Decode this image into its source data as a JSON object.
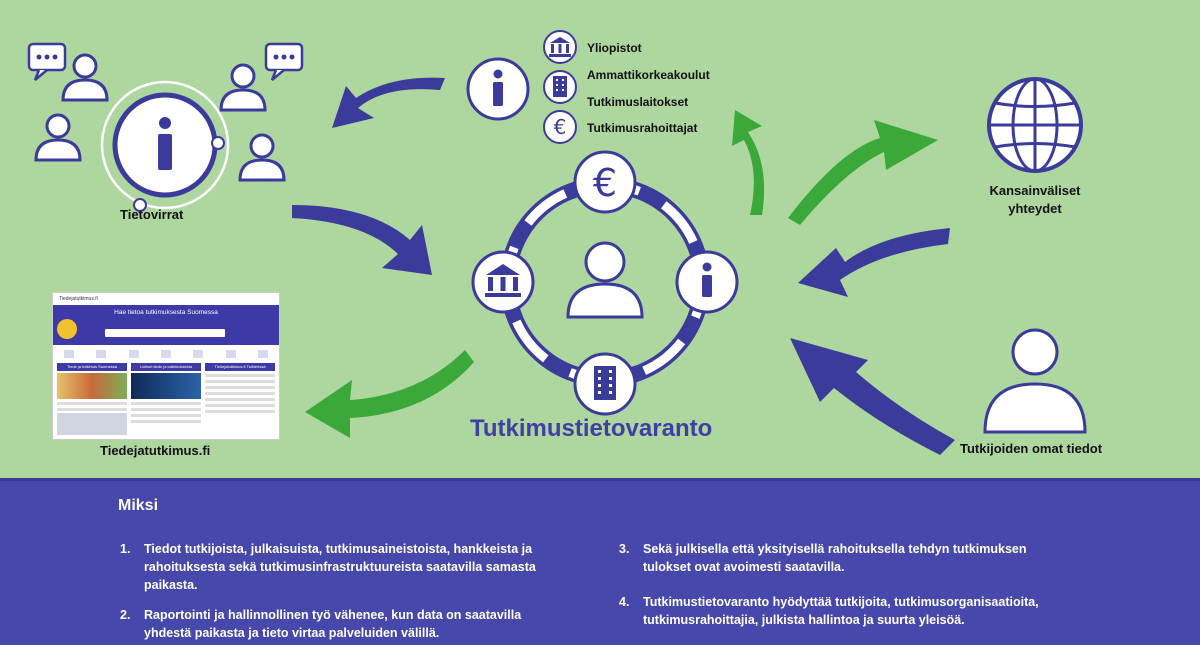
{
  "labels": {
    "tietovirrat": "Tietovirrat",
    "tiedejatutkimus": "Tiedejatutkimus.fi",
    "kansainvaliset_line1": "Kansainväliset",
    "kansainvaliset_line2": "yhteydet",
    "tutkijoiden": "Tutkijoiden omat tiedot",
    "main_title": "Tutkimustietovaranto"
  },
  "legend": [
    {
      "icon": "university-icon",
      "label": "Yliopistot"
    },
    {
      "icon": "building-icon",
      "label": "Ammattikorkeakoulut"
    },
    {
      "icon": "info-icon",
      "label": "Tutkimuslaitokset"
    },
    {
      "icon": "euro-icon",
      "label": "Tutkimusrahoittajat"
    }
  ],
  "website": {
    "brand": "Tiedejatutkimus.fi",
    "hero_title": "Hae tietoa tutkimuksesta Suomessa",
    "col1": "Tiede ja tutkimus Suomessa",
    "col2": "Uutiset tiede ja tutkimuksesta",
    "col3": "Tiedejatutkimus.fi Twitterissä"
  },
  "miksi": {
    "heading": "Miksi",
    "items": [
      {
        "num": "1.",
        "lines": [
          "Tiedot tutkijoista, julkaisuista, tutkimusaineistoista, hankkeista ja",
          "rahoituksesta sekä tutkimusinfrastruktuureista saatavilla samasta",
          "paikasta."
        ]
      },
      {
        "num": "2.",
        "lines": [
          "Raportointi ja hallinnollinen työ vähenee, kun data on saatavilla",
          "yhdestä paikasta ja tieto virtaa palveluiden välillä."
        ]
      },
      {
        "num": "3.",
        "lines": [
          "Sekä julkisella että yksityisellä rahoituksella tehdyn tutkimuksen",
          "tulokset ovat avoimesti saatavilla."
        ]
      },
      {
        "num": "4.",
        "lines": [
          "Tutkimustietovaranto hyödyttää tutkijoita, tutkimusorganisaatioita,",
          "tutkimusrahoittajia, julkista hallintoa ja suurta yleisöä."
        ]
      }
    ]
  },
  "colors": {
    "top_bg": "#aed69f",
    "bottom_bg": "#4848ac",
    "navy": "#3f3fa6",
    "green": "#3aa93a",
    "icon_fill": "#3b3b9c"
  }
}
